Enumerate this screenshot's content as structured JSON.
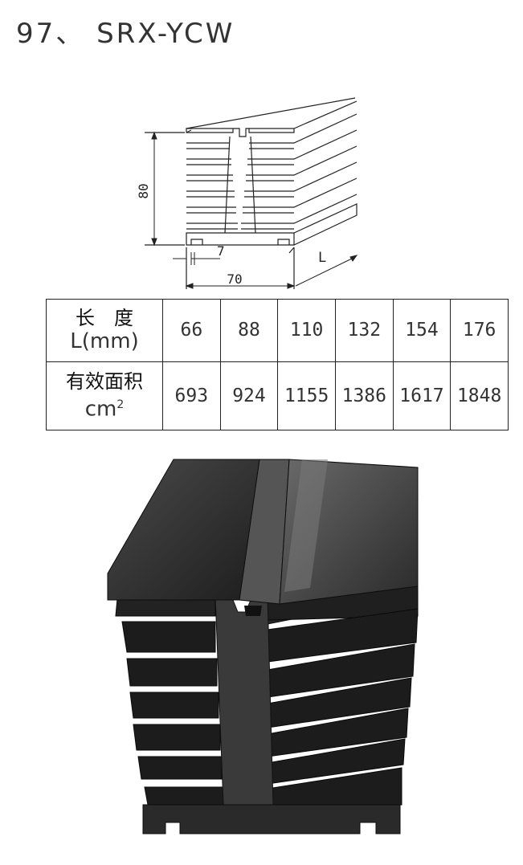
{
  "title": "97、 SRX-YCW",
  "drawing": {
    "height_label": "80",
    "width_label": "70",
    "slot_label": "7",
    "length_label": "L"
  },
  "table": {
    "rows": [
      {
        "header_cn": "长　度",
        "header_unit": "L(mm)",
        "values": [
          "66",
          "88",
          "110",
          "132",
          "154",
          "176"
        ]
      },
      {
        "header_cn": "有效面积",
        "header_unit": "cm",
        "header_unit_sup": "2",
        "values": [
          "693",
          "924",
          "1155",
          "1386",
          "1617",
          "1848"
        ]
      }
    ]
  },
  "colors": {
    "line": "#222222",
    "photo_dark": "#1c1c1c",
    "photo_mid": "#3a3a3a",
    "photo_light": "#5a5a5a"
  }
}
